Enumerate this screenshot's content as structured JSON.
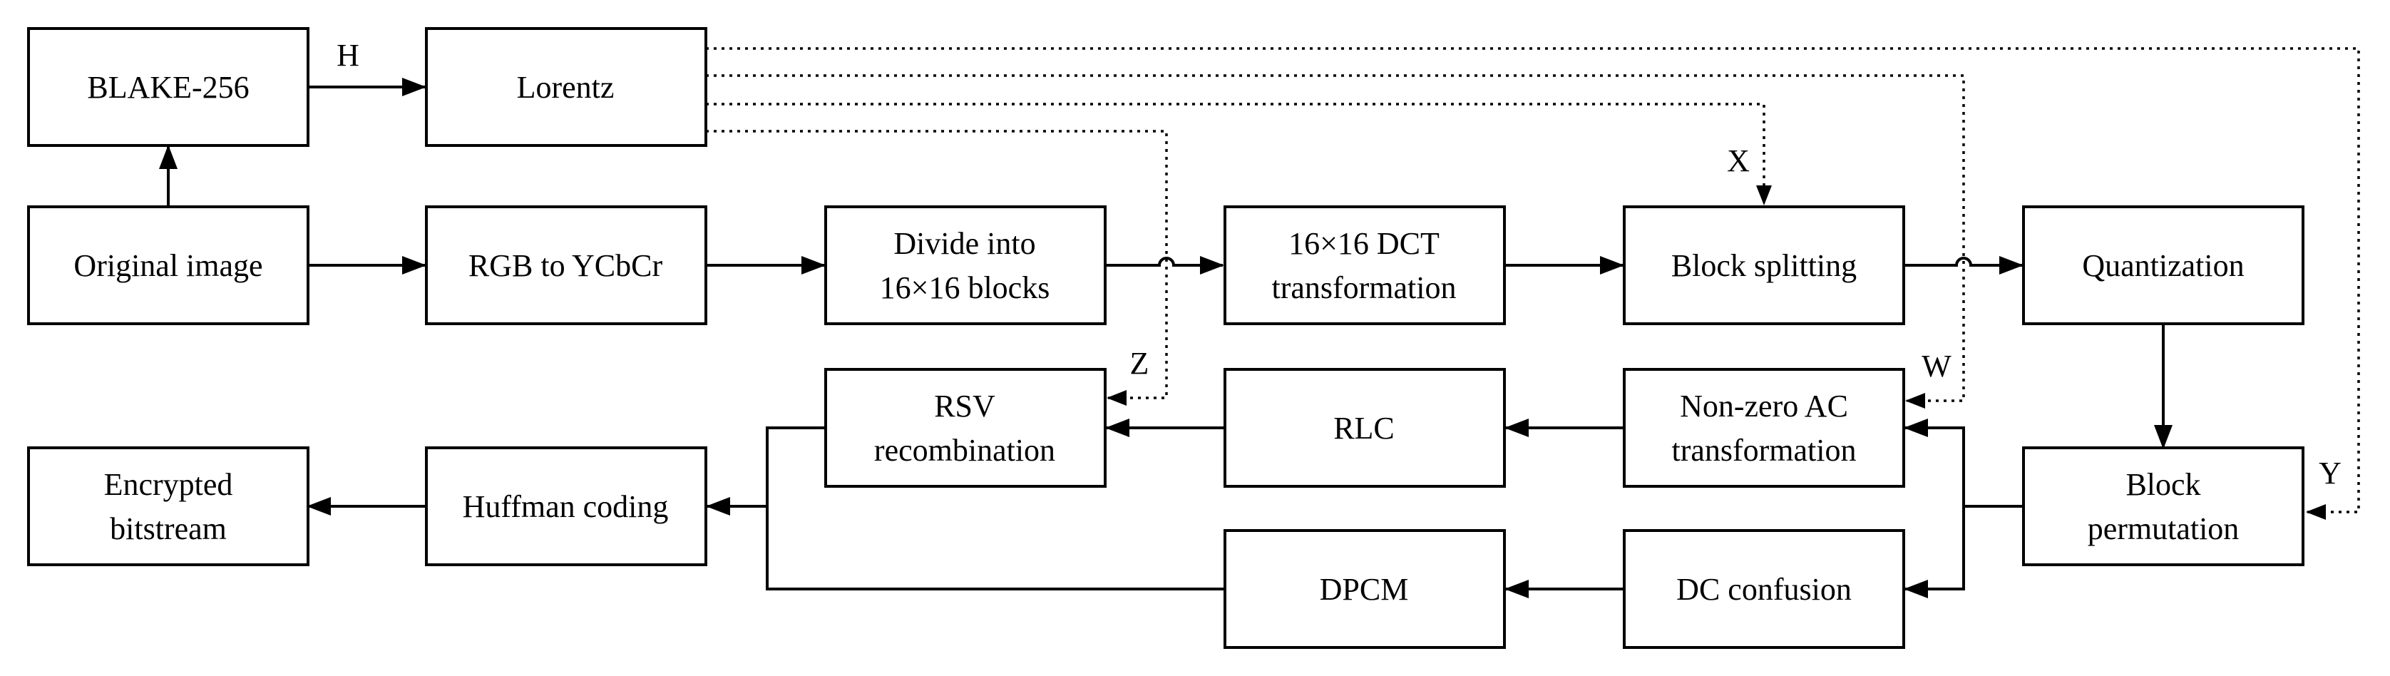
{
  "nodes": {
    "blake": [
      "BLAKE-256"
    ],
    "lorentz": [
      "Lorentz"
    ],
    "original": [
      "Original image"
    ],
    "rgb": [
      "RGB to YCbCr"
    ],
    "divide": [
      "Divide into",
      "16×16 blocks"
    ],
    "dct": [
      "16×16 DCT",
      "transformation"
    ],
    "split": [
      "Block splitting"
    ],
    "quant": [
      "Quantization"
    ],
    "rsv": [
      "RSV",
      "recombination"
    ],
    "rlc": [
      "RLC"
    ],
    "nonzero": [
      "Non-zero AC",
      "transformation"
    ],
    "permute": [
      "Block",
      "permutation"
    ],
    "encrypted": [
      "Encrypted",
      "bitstream"
    ],
    "huffman": [
      "Huffman coding"
    ],
    "dpcm": [
      "DPCM"
    ],
    "dc": [
      "DC confusion"
    ]
  },
  "labels": {
    "H": "H",
    "X": "X",
    "Z": "Z",
    "W": "W",
    "Y": "Y"
  }
}
